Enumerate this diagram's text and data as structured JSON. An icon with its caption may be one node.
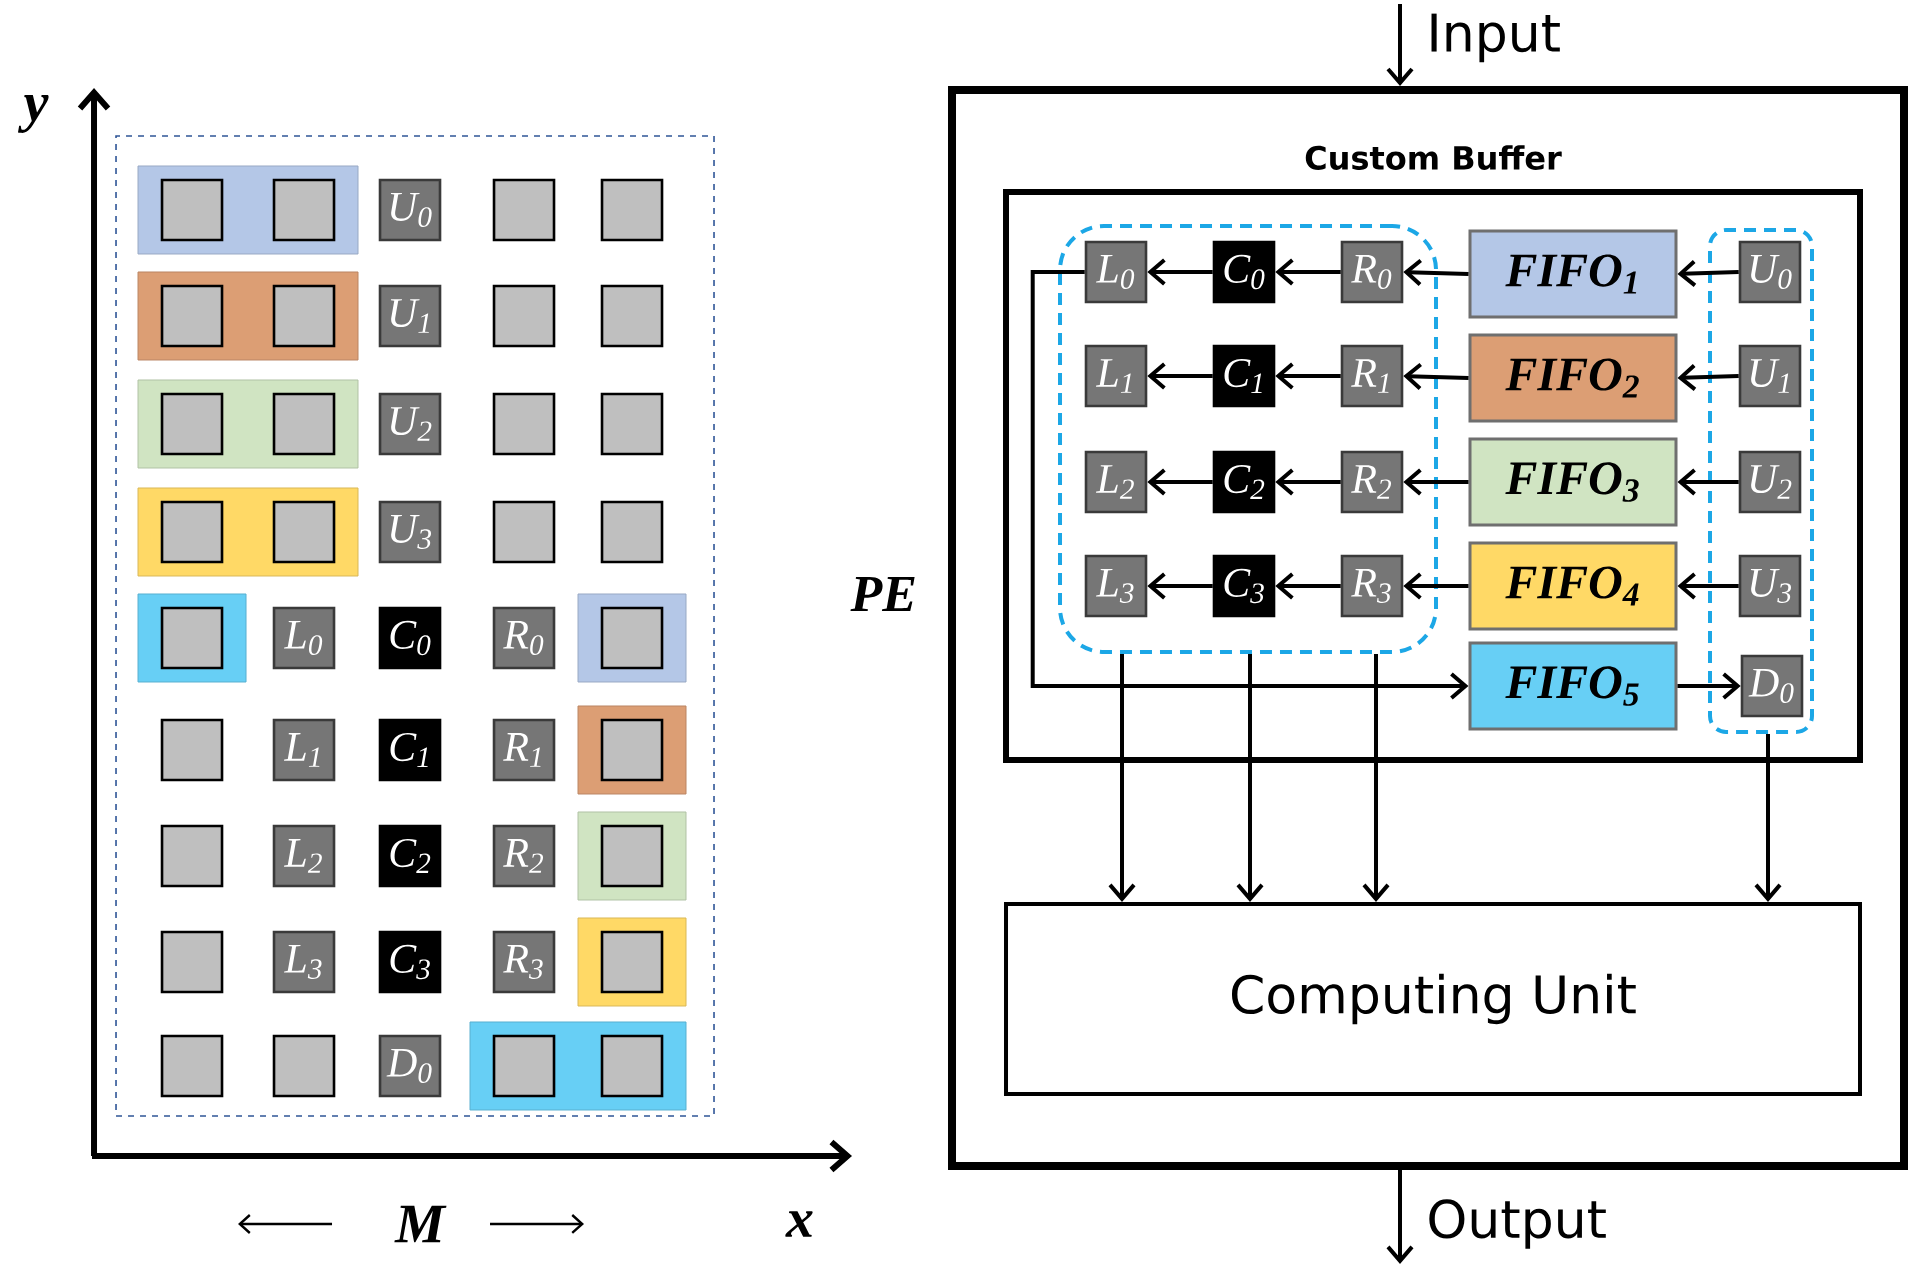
{
  "diagram": {
    "nodes": [
      {
        "text": [],
        "shape": "box"
      },
      {
        "text": [],
        "shape": "box",
        "in": 0
      },
      {
        "text": [],
        "shape": "box",
        "in": 1
      },
      {
        "text": [],
        "shape": "box",
        "in": 1
      },
      {
        "text": [
          "U$_{0}$"
        ],
        "in": 0
      },
      {
        "text": [],
        "shape": "box",
        "in": 0
      },
      {
        "text": [],
        "shape": "box",
        "in": 0
      },
      {
        "text": [],
        "shape": "box",
        "in": 0
      },
      {
        "text": [],
        "shape": "box",
        "in": 7
      },
      {
        "text": [],
        "shape": "box",
        "in": 7
      },
      {
        "text": [
          "U$_{1}$"
        ],
        "in": 0
      },
      {
        "text": [],
        "shape": "box",
        "in": 0
      },
      {
        "text": [],
        "shape": "box",
        "in": 0
      },
      {
        "text": [],
        "shape": "box",
        "in": 0
      },
      {
        "text": [],
        "shape": "box",
        "in": 13
      },
      {
        "text": [],
        "shape": "box",
        "in": 13
      },
      {
        "text": [
          "U$_{2}$"
        ],
        "in": 0
      },
      {
        "text": [],
        "shape": "box",
        "in": 0
      },
      {
        "text": [],
        "shape": "box",
        "in": 0
      },
      {
        "text": [],
        "shape": "box",
        "in": 0
      },
      {
        "text": [],
        "shape": "box",
        "in": 19
      },
      {
        "text": [],
        "shape": "box",
        "in": 19
      },
      {
        "text": [
          "U$_{3}$"
        ],
        "in": 0
      },
      {
        "text": [],
        "shape": "box",
        "in": 0
      },
      {
        "text": [],
        "shape": "box",
        "in": 0
      },
      {
        "text": [],
        "shape": "box",
        "in": 0
      },
      {
        "text": [],
        "shape": "box",
        "in": 25
      },
      {
        "text": [
          "L$_{0}$"
        ],
        "in": 0
      },
      {
        "text": [
          "C$_{0}$"
        ],
        "in": 0
      },
      {
        "text": [
          "R$_{0}$"
        ],
        "in": 0
      },
      {
        "text": [],
        "shape": "box",
        "in": 0
      },
      {
        "text": [],
        "shape": "box",
        "in": 30
      },
      {
        "text": [],
        "shape": "box",
        "in": 0
      },
      {
        "text": [
          "L$_{1}$"
        ],
        "in": 0
      },
      {
        "text": [
          "C$_{1}$"
        ],
        "in": 0
      },
      {
        "text": [
          "R$_{1}$"
        ],
        "in": 0
      },
      {
        "text": [],
        "shape": "box",
        "in": 0
      },
      {
        "text": [],
        "shape": "box",
        "in": 36
      },
      {
        "text": [],
        "shape": "box",
        "in": 0
      },
      {
        "text": [
          "L$_{2}$"
        ],
        "in": 0
      },
      {
        "text": [
          "C$_{2}$"
        ],
        "in": 0
      },
      {
        "text": [
          "R$_{2}$"
        ],
        "in": 0
      },
      {
        "text": [],
        "shape": "box",
        "in": 0
      },
      {
        "text": [],
        "shape": "box",
        "in": 42
      },
      {
        "text": [],
        "shape": "box",
        "in": 0
      },
      {
        "text": [
          "L$_{3}$"
        ],
        "in": 0
      },
      {
        "text": [
          "C$_{3}$"
        ],
        "in": 0
      },
      {
        "text": [
          "R$_{3}$"
        ],
        "in": 0
      },
      {
        "text": [],
        "shape": "box",
        "in": 0
      },
      {
        "text": [],
        "shape": "box",
        "in": 48
      },
      {
        "text": [],
        "shape": "box",
        "in": 0
      },
      {
        "text": [],
        "shape": "box",
        "in": 0
      },
      {
        "text": [
          "D$_{0}$"
        ],
        "in": 0
      },
      {
        "text": [],
        "shape": "box",
        "in": 0
      },
      {
        "text": [],
        "shape": "box",
        "in": 53
      },
      {
        "text": [],
        "shape": "box",
        "in": 53
      },
      {
        "text": [
          "PE"
        ]
      },
      {
        "text": [
          "Custom Buffer"
        ],
        "in": 56
      },
      {
        "text": [],
        "shape": "box",
        "in": 57
      },
      {
        "text": [
          "L$_{0}$"
        ],
        "in": 58
      },
      {
        "text": [
          "C$_{0}$"
        ],
        "in": 58
      },
      {
        "text": [
          "R$_{0}$"
        ],
        "in": 58
      },
      {
        "text": [
          "L$_{1}$"
        ],
        "in": 58
      },
      {
        "text": [
          "C$_{1}$"
        ],
        "in": 58
      },
      {
        "text": [
          "R$_{1}$"
        ],
        "in": 58
      },
      {
        "text": [
          "L$_{2}$"
        ],
        "in": 58
      },
      {
        "text": [
          "C$_{2}$"
        ],
        "in": 58
      },
      {
        "text": [
          "R$_{2}$"
        ],
        "in": 58
      },
      {
        "text": [
          "L$_{3}$"
        ],
        "in": 58
      },
      {
        "text": [
          "C$_{3}$"
        ],
        "in": 58
      },
      {
        "text": [
          "R$_{3}$"
        ],
        "in": 58
      },
      {
        "text": [
          "FIFO$_{1}$"
        ],
        "in": 57
      },
      {
        "text": [
          "FIFO$_{2}$"
        ],
        "in": 57
      },
      {
        "text": [
          "FIFO$_{3}$"
        ],
        "in": 57
      },
      {
        "text": [
          "FIFO$_{4}$"
        ],
        "in": 57
      },
      {
        "text": [
          "FIFO$_{5}$"
        ],
        "in": 57
      },
      {
        "text": [],
        "shape": "box",
        "in": 57
      },
      {
        "text": [
          "U$_{0}$"
        ],
        "in": 76
      },
      {
        "text": [
          "U$_{1}$"
        ],
        "in": 76
      },
      {
        "text": [
          "U$_{2}$"
        ],
        "in": 76
      },
      {
        "text": [
          "U$_{3}$"
        ],
        "in": 76
      },
      {
        "text": [
          "D$_{0}$"
        ],
        "in": 76
      },
      {
        "text": [
          "Computing Unit"
        ],
        "in": 56
      }
    ],
    "edges": [
      {
        "from": 77,
        "to": 71,
        "arrow": "to"
      },
      {
        "from": 78,
        "to": 72,
        "arrow": "to"
      },
      {
        "from": 79,
        "to": 73,
        "arrow": "to"
      },
      {
        "from": 80,
        "to": 74,
        "arrow": "to"
      },
      {
        "from": 71,
        "to": 61,
        "arrow": "to"
      },
      {
        "from": 72,
        "to": 64,
        "arrow": "to"
      },
      {
        "from": 73,
        "to": 67,
        "arrow": "to"
      },
      {
        "from": 74,
        "to": 70,
        "arrow": "to"
      },
      {
        "from": 61,
        "to": 60,
        "arrow": "to"
      },
      {
        "from": 64,
        "to": 63,
        "arrow": "to"
      },
      {
        "from": 67,
        "to": 66,
        "arrow": "to"
      },
      {
        "from": 70,
        "to": 69,
        "arrow": "to"
      },
      {
        "from": 60,
        "to": 59,
        "arrow": "to"
      },
      {
        "from": 63,
        "to": 62,
        "arrow": "to"
      },
      {
        "from": 66,
        "to": 65,
        "arrow": "to"
      },
      {
        "from": 69,
        "to": 68,
        "arrow": "to"
      },
      {
        "from": 59,
        "to": 75,
        "arrow": "to"
      },
      {
        "from": 75,
        "to": 81,
        "arrow": "to"
      },
      {
        "from": 58,
        "to": 82,
        "arrow": "to"
      },
      {
        "from": 58,
        "to": 82,
        "arrow": "to"
      },
      {
        "from": 58,
        "to": 82,
        "arrow": "to"
      },
      {
        "from": 76,
        "to": 82,
        "arrow": "to"
      },
      {
        "from": null,
        "to": 56,
        "arrow": "to",
        "label": "Input"
      },
      {
        "from": 56,
        "to": null,
        "arrow": "to",
        "label": "Output"
      }
    ],
    "labels": [
      "y",
      "M",
      "x"
    ]
  }
}
